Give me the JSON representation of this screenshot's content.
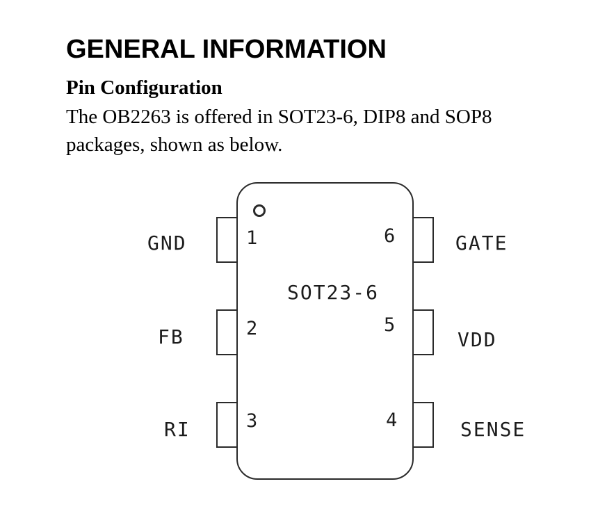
{
  "page": {
    "title": "GENERAL INFORMATION",
    "subtitle": "Pin Configuration",
    "body_line1": "The OB2263 is offered in SOT23-6, DIP8 and SOP8",
    "body_line2": "packages, shown as below."
  },
  "diagram": {
    "package_label": "SOT23-6",
    "left_pins": [
      {
        "number": "1",
        "label": "GND"
      },
      {
        "number": "2",
        "label": "FB"
      },
      {
        "number": "3",
        "label": "RI"
      }
    ],
    "right_pins": [
      {
        "number": "6",
        "label": "GATE"
      },
      {
        "number": "5",
        "label": "VDD"
      },
      {
        "number": "4",
        "label": "SENSE"
      }
    ],
    "line_color": "#2a2a2a"
  }
}
